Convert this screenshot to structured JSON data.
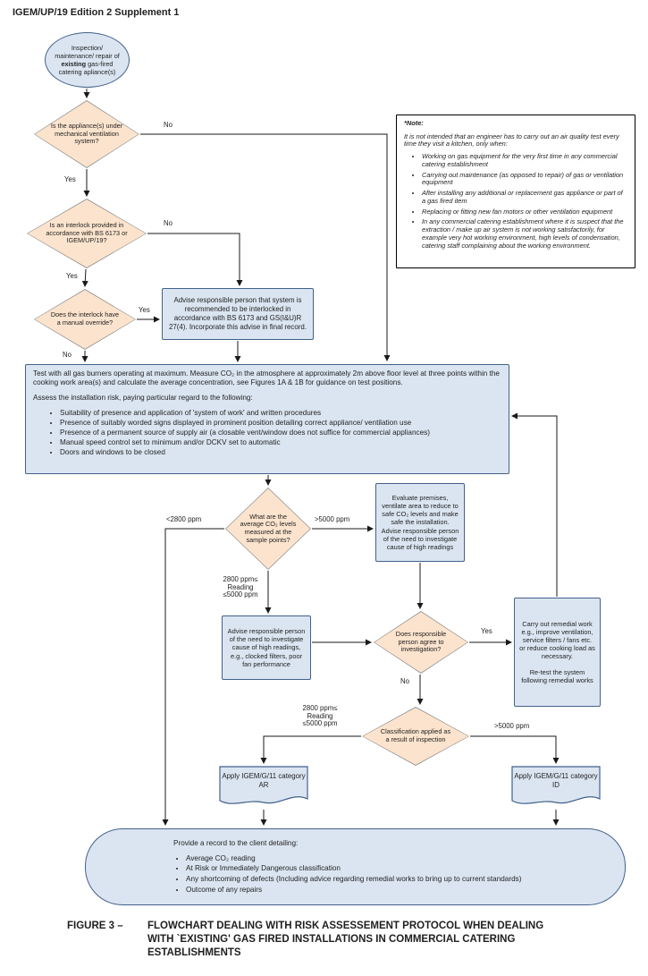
{
  "page": {
    "header": "IGEM/UP/19 Edition 2 Supplement 1",
    "caption": {
      "label": "FIGURE 3 –",
      "text": "FLOWCHART DEALING WITH RISK ASSESSEMENT PROTOCOL WHEN DEALING WITH `EXISTING' GAS FIRED INSTALLATIONS IN COMMERCIAL CATERING ESTABLISHMENTS"
    }
  },
  "colors": {
    "node_fill": "#dbe5f1",
    "node_border": "#41618a",
    "diamond_fill": "#fbe3cd",
    "diamond_border": "#8c8c8c",
    "arrow": "#1a1a1a"
  },
  "nodes": {
    "start": {
      "pre": "Inspection/ maintenance/ repair of ",
      "bold": "existing",
      "post": " gas-fired catering apliance(s)"
    },
    "decision_ventilation": "Is the appliance(s) under mechanical ventilation system?",
    "decision_interlock": "Is an interlock provided in accordance with BS 6173 or IGEM/UP/19?",
    "decision_override": "Does the interlock have a manual override?",
    "advise_interlock": "Advise responsible person that system is recommended to be interlocked in accordance with BS 6173 and GS(I&U)R 27(4). Incorporate this advise in final record.",
    "note": {
      "title": "*Note:",
      "intro": "It is not intended that an engineer has to carry out an air quality test every time they visit a kitchen, only when:",
      "bullets": [
        "Working on gas equipment for the very first time in any commercial catering establishment",
        "Carrying out maintenance (as opposed to repair) of gas or ventilation equipment",
        "After installing any additional or replacement gas appliance or part of a gas fired item",
        "Replacing or fitting new fan motors or other ventilation equipment",
        "In any commercial catering establishment where it is suspect that the extraction / make up air system is not working satisfactorily, for example very hot working environment, high levels of condensation, catering staff complaining about the working environment."
      ]
    },
    "test": {
      "para1": "Test with all gas burners operating at maximum. Measure CO₂ in the atmosphere at approximately 2m above floor level at three points within the cooking work area(s) and calculate the average concentration, see Figures 1A & 1B for guidance on test positions.",
      "para2": "Assess the installation risk, paying particular regard to the following:",
      "bullets": [
        "Suitability of presence and application of 'system of work' and written procedures",
        "Presence of suitably worded signs displayed in prominent position detailing correct appliance/ ventilation use",
        "Presence of a permanent source of supply air (a closable vent/window does not suffice for commercial appliances)",
        "Manual speed control set to minimum and/or DCKV set to automatic",
        "Doors and windows to be closed"
      ]
    },
    "decision_co2": "What are the average CO₂ levels measured at the sample points?",
    "evaluate": "Evaluate premises, ventilate area to reduce to safe CO₂ levels and make safe the installation. Advise responsible person of the need to investigate cause of high readings",
    "advise_investigate": "Advise responsible person of the need to investigate cause of high readings, e.g., clocked filters, poor fan performance",
    "decision_agree": "Does responsible person agree to investigation?",
    "remedial": {
      "para1": "Carry out remedial work e.g., improve ventilation, service filters / fans etc. or reduce cooking load as necessary.",
      "para2": "Re-test the system following remedial works"
    },
    "decision_classification": "Classification applied as a result of inspection",
    "doc_ar": "Apply IGEM/G/11 category AR",
    "doc_id": "Apply IGEM/G/11 category ID",
    "record": {
      "intro": "Provide a record to the client detailing:",
      "bullets": [
        "Average CO₂ reading",
        "At Risk or Immediately Dangerous classification",
        "Any shortcoming of defects (Including advice regarding remedial works to bring up to current standards)",
        "Outcome of any repairs"
      ]
    }
  },
  "edge_labels": {
    "d1_no": "No",
    "d1_yes": "Yes",
    "d2_no": "No",
    "d2_yes": "Yes",
    "d3_yes": "Yes",
    "d3_no": "No",
    "lt_2800": "<2800 ppm",
    "gt_5000_right": ">5000 ppm",
    "mid_range": [
      "2800 ppm≤",
      "Reading",
      "≤5000 ppm"
    ],
    "d5_yes": "Yes",
    "d5_no": "No",
    "class_mid_range": [
      "2800 ppm≤",
      "Reading",
      "≤5000 ppm"
    ],
    "gt_5000_class": ">5000 ppm"
  }
}
